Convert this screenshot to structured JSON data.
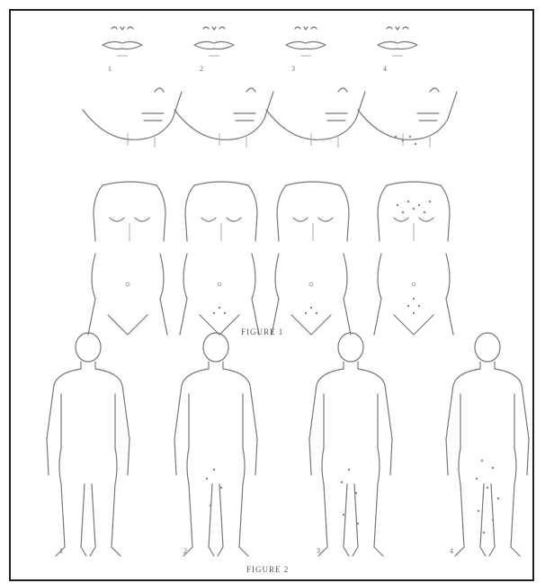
{
  "figure1": {
    "caption": "FIGURE 1",
    "row_labels": [
      "1",
      "2",
      "3",
      "4"
    ]
  },
  "figure2": {
    "caption": "FIGURE 2",
    "labels": [
      "1",
      "2",
      "3",
      "4"
    ]
  }
}
